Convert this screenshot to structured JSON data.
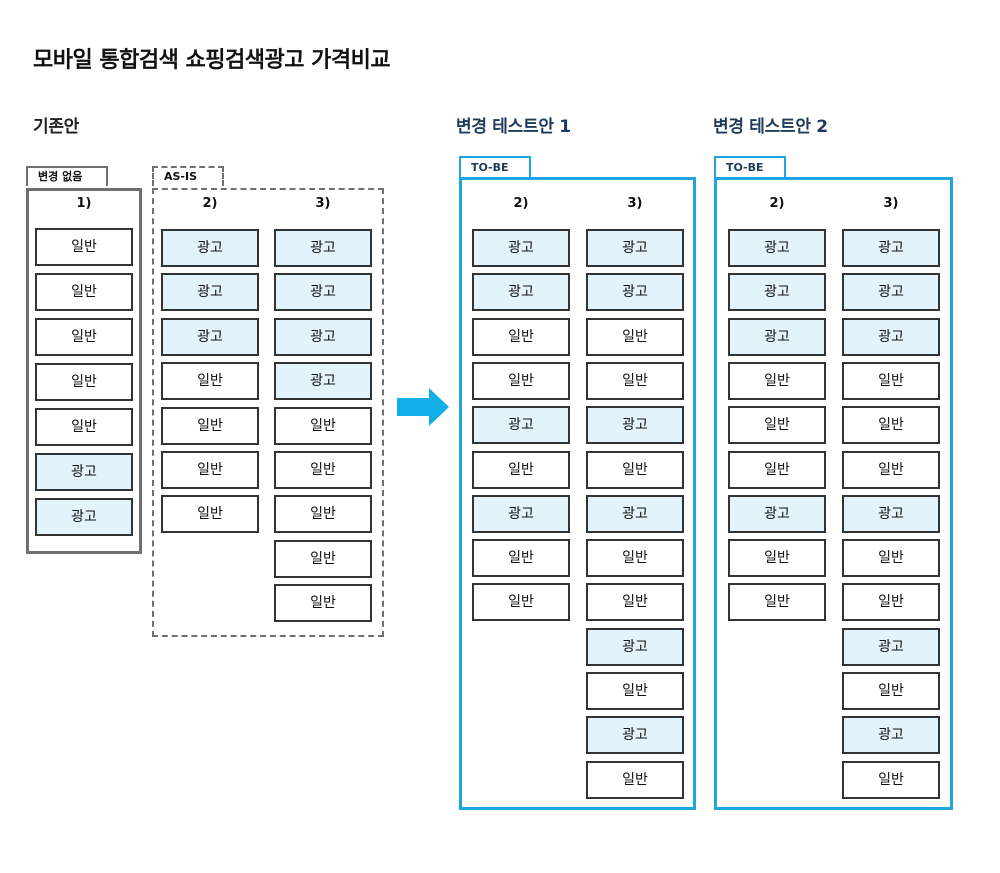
{
  "title": "모바일 통합검색 쇼핑검색광고 가격비교",
  "labels": {
    "ad": "광고",
    "general": "일반"
  },
  "colors": {
    "frame_gray": "#6f6f6f",
    "frame_blue": "#1ea5e0",
    "ad_fill": "#e3f3fb",
    "arrow": "#12aee8"
  },
  "sections": {
    "existing": {
      "title": "기존안",
      "groups": [
        {
          "tab": "변경 없음",
          "columns": [
            {
              "heading": "1)",
              "items": [
                "일반",
                "일반",
                "일반",
                "일반",
                "일반",
                "광고",
                "광고"
              ]
            }
          ]
        },
        {
          "tab": "AS-IS",
          "columns": [
            {
              "heading": "2)",
              "items": [
                "광고",
                "광고",
                "광고",
                "일반",
                "일반",
                "일반",
                "일반"
              ]
            },
            {
              "heading": "3)",
              "items": [
                "광고",
                "광고",
                "광고",
                "광고",
                "일반",
                "일반",
                "일반",
                "일반",
                "일반"
              ]
            }
          ]
        }
      ]
    },
    "test1": {
      "title": "변경 테스트안 1",
      "tab": "TO-BE",
      "columns": [
        {
          "heading": "2)",
          "items": [
            "광고",
            "광고",
            "일반",
            "일반",
            "광고",
            "일반",
            "광고",
            "일반",
            "일반"
          ]
        },
        {
          "heading": "3)",
          "items": [
            "광고",
            "광고",
            "일반",
            "일반",
            "광고",
            "일반",
            "광고",
            "일반",
            "일반",
            "광고",
            "일반",
            "광고",
            "일반"
          ]
        }
      ]
    },
    "test2": {
      "title": "변경 테스트안 2",
      "tab": "TO-BE",
      "columns": [
        {
          "heading": "2)",
          "items": [
            "광고",
            "광고",
            "광고",
            "일반",
            "일반",
            "일반",
            "광고",
            "일반",
            "일반"
          ]
        },
        {
          "heading": "3)",
          "items": [
            "광고",
            "광고",
            "광고",
            "일반",
            "일반",
            "일반",
            "광고",
            "일반",
            "일반",
            "광고",
            "일반",
            "광고",
            "일반"
          ]
        }
      ]
    }
  }
}
